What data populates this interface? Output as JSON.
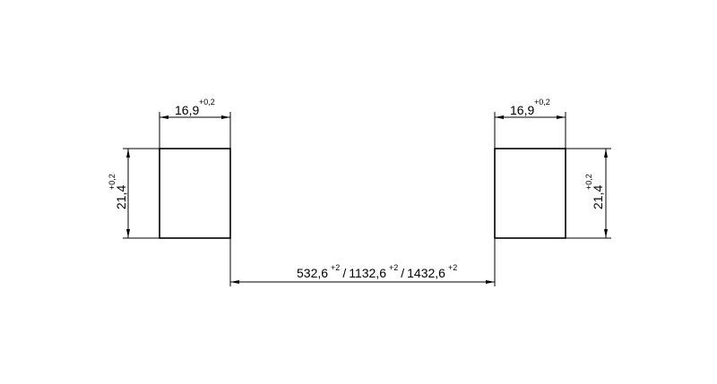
{
  "left_part": {
    "width_value": "16,9",
    "width_tolerance": "+0,2",
    "height_value": "21,4",
    "height_tolerance": "+0,2"
  },
  "right_part": {
    "width_value": "16,9",
    "width_tolerance": "+0,2",
    "height_value": "21,4",
    "height_tolerance": "+0,2"
  },
  "spacing": {
    "value_1": "532,6",
    "tolerance_1": "+2",
    "separator_1": "/",
    "value_2": "1132,6",
    "tolerance_2": "+2",
    "separator_2": "/",
    "value_3": "1432,6",
    "tolerance_3": "+2"
  }
}
